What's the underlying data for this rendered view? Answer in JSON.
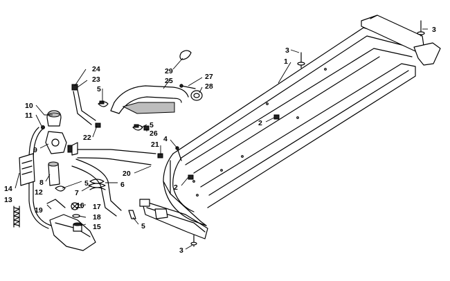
{
  "diagram": {
    "callouts": [
      "1",
      "2",
      "2",
      "3",
      "3",
      "3",
      "4",
      "5",
      "5",
      "5",
      "5",
      "5",
      "6",
      "7",
      "8",
      "9",
      "10",
      "11",
      "12",
      "13",
      "14",
      "15",
      "16",
      "17",
      "18",
      "19",
      "20",
      "21",
      "22",
      "23",
      "24",
      "25",
      "26",
      "27",
      "28",
      "29"
    ]
  }
}
